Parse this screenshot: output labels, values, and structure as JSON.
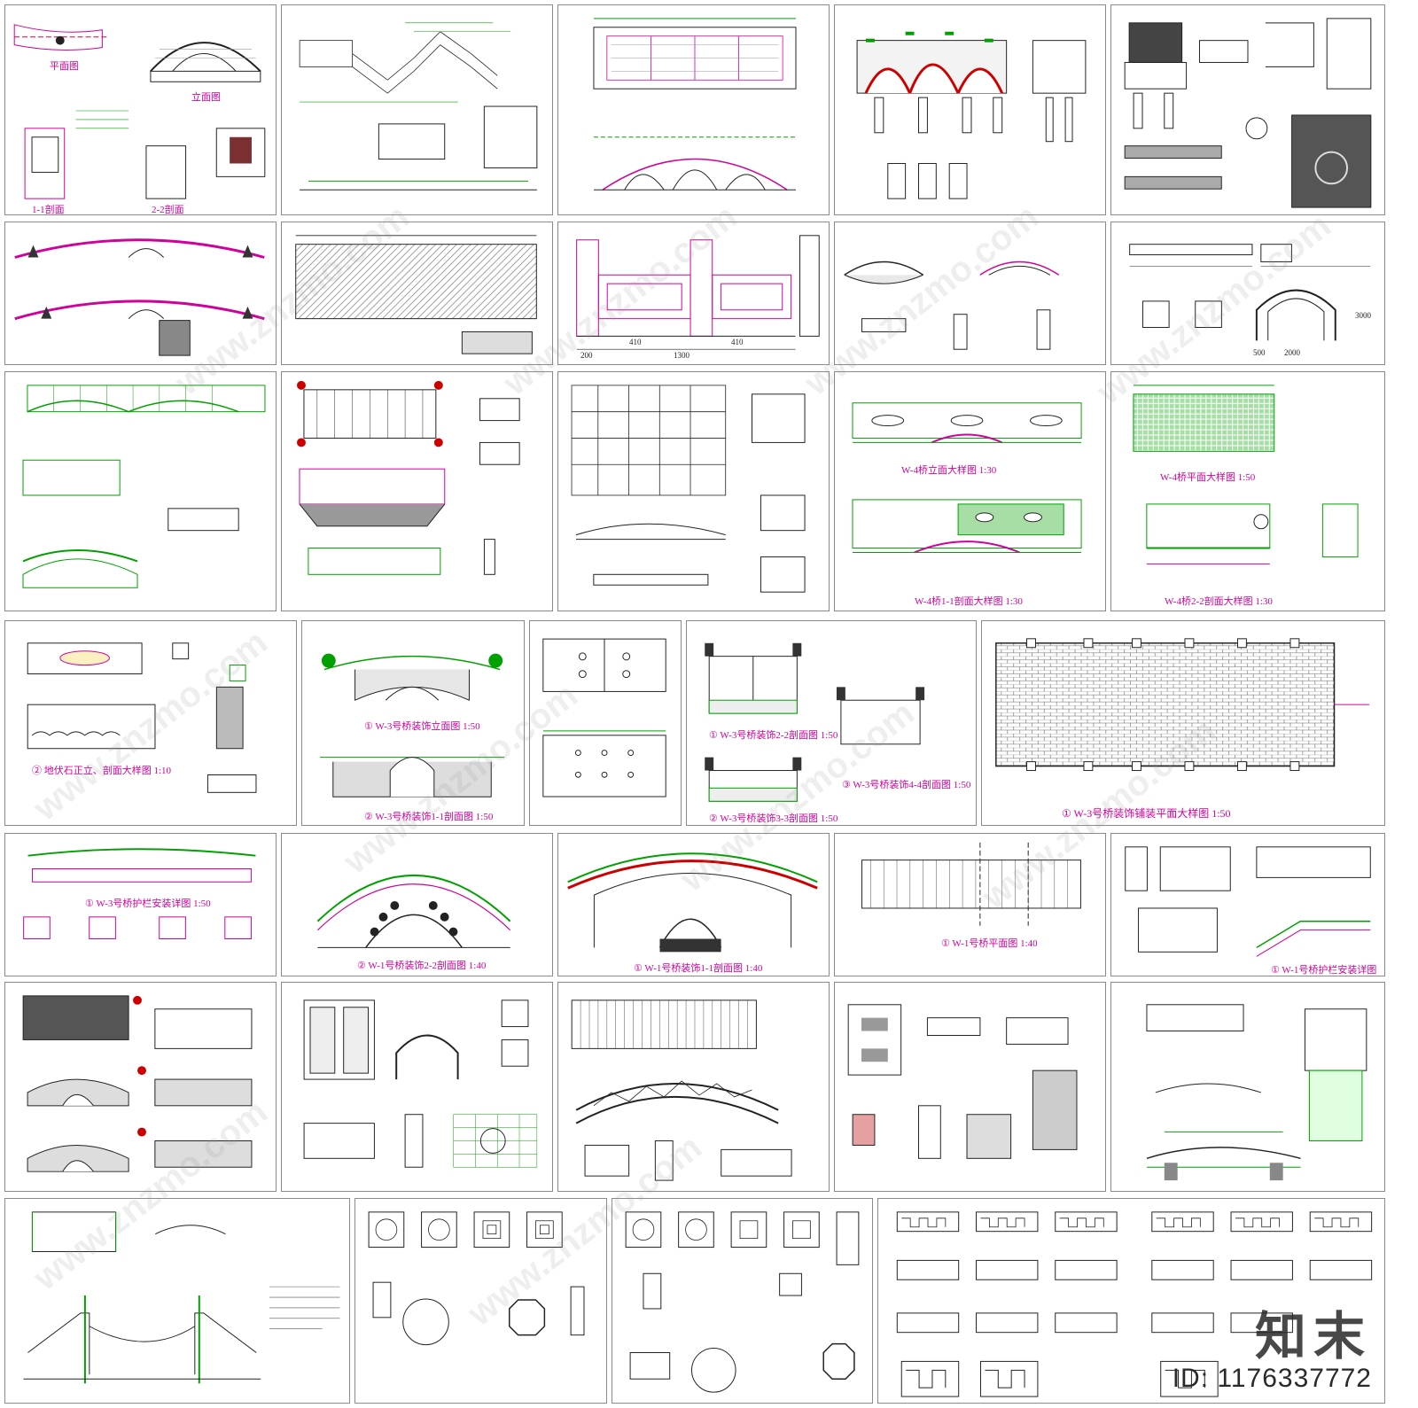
{
  "colors": {
    "green": "#00a000",
    "magenta": "#d0009a",
    "red": "#e0002a",
    "dark": "#222222",
    "border": "#8a8a8a"
  },
  "captions": {
    "s1_1": "平面图",
    "s1_2": "立面图",
    "s1_3": "1-1剖面",
    "s1_4": "2-2剖面",
    "s5_1": "W-4桥立面大样图  1:30",
    "s5_2": "W-4桥1-1剖面大样图  1:30",
    "s5_3": "W-4桥2-2剖面大样图  1:30",
    "s5_4": "W-4桥平面大样图  1:50",
    "s6_1": "① W-3号桥装饰立面图  1:50",
    "s6_2": "② W-3号桥装饰1-1剖面图  1:50",
    "s6_3": "① W-3号桥装饰2-2剖面图  1:50",
    "s6_4": "② W-3号桥装饰3-3剖面图  1:50",
    "s6_5": "③ W-3号桥装饰4-4剖面图  1:50",
    "s6_6": "① W-3号桥装饰铺装平面大样图  1:50",
    "s6_7": "② 地伏石正立、剖面大样图 1:10",
    "s7_1": "① W-3号桥护栏安装详图  1:50",
    "s7_2": "② W-1号桥装饰2-2剖面图  1:40",
    "s7_3": "① W-1号桥装饰1-1剖面图  1:40",
    "s7_4": "① W-1号桥平面图  1:40",
    "s7_5": "① W-1号桥护栏安装详图"
  },
  "dims": {
    "d1": "1300",
    "d2": "410",
    "d3": "200",
    "d4": "2000",
    "d5": "500",
    "d6": "3000"
  },
  "watermark": {
    "logo": "知末",
    "id": "ID: 1176337772",
    "site": "www.znzmo.com"
  }
}
